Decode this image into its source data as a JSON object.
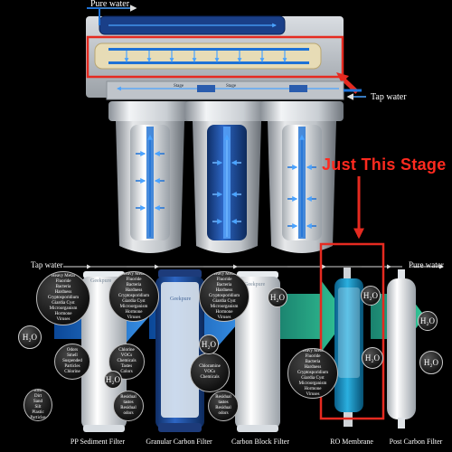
{
  "top": {
    "pure_water_label": "Pure water",
    "tap_water_label": "Tap water",
    "stage_tab_1": "Stage",
    "stage_tab_2": "Stage"
  },
  "highlight": {
    "title": "Just This Stage",
    "color": "#ff2a1f"
  },
  "bottom": {
    "tap_water_label": "Tap water",
    "pure_water_label": "Pure water",
    "filters": [
      {
        "name": "PP Sediment Filter"
      },
      {
        "name": "Granular Carbon Filter"
      },
      {
        "name": "Carbon Block Filter"
      },
      {
        "name": "RO Membrane"
      },
      {
        "name": "Post Carbon Filter"
      }
    ],
    "brand_text": "Geekpure",
    "contaminants": {
      "c1": "Heavy Metal\nFluoride\nBacteria\nHardness\nCryptosporidium\nGiardia Cyst\nMicroorganism\nHormone\nViruses",
      "c2": "Heavy Metal\nFluoride\nBacteria\nHardness\nCryptosporidium\nGiardia Cyst\nMicroorganism\nHormone\nViruses",
      "c3": "Heavy Metal\nFluoride\nBacteria\nHardness\nCryptosporidium\nGiardia Cyst\nMicroorganism\nHormone\nViruses",
      "c4": "Heavy Metal\nFluoride\nBacteria\nHardness\nCryptosporidium\nGiardia Cyst\nMicroorganism\nHormone\nViruses",
      "odors1": "Odors\nSmell\nSuspended\nParticles\nChlorine",
      "chlorine1": "Chlorine\nVOCs\nChemicals\nTastes\nColors",
      "rust": "Rust\nDirt\nSand\nSilt\nPlastic\nParticles",
      "residual1": "Residual\ntastes\nResidual\nodors",
      "chlorine2": "Chloramine\nVOCs\nChemicals",
      "residual2": "Residual\ntastes\nResidual\nodors"
    },
    "h2o": "H₂O",
    "colors": {
      "arrow_blue": "#2a7fd4",
      "arrow_green": "#2fb38a",
      "pipe_blue": "#1e72d6"
    }
  }
}
